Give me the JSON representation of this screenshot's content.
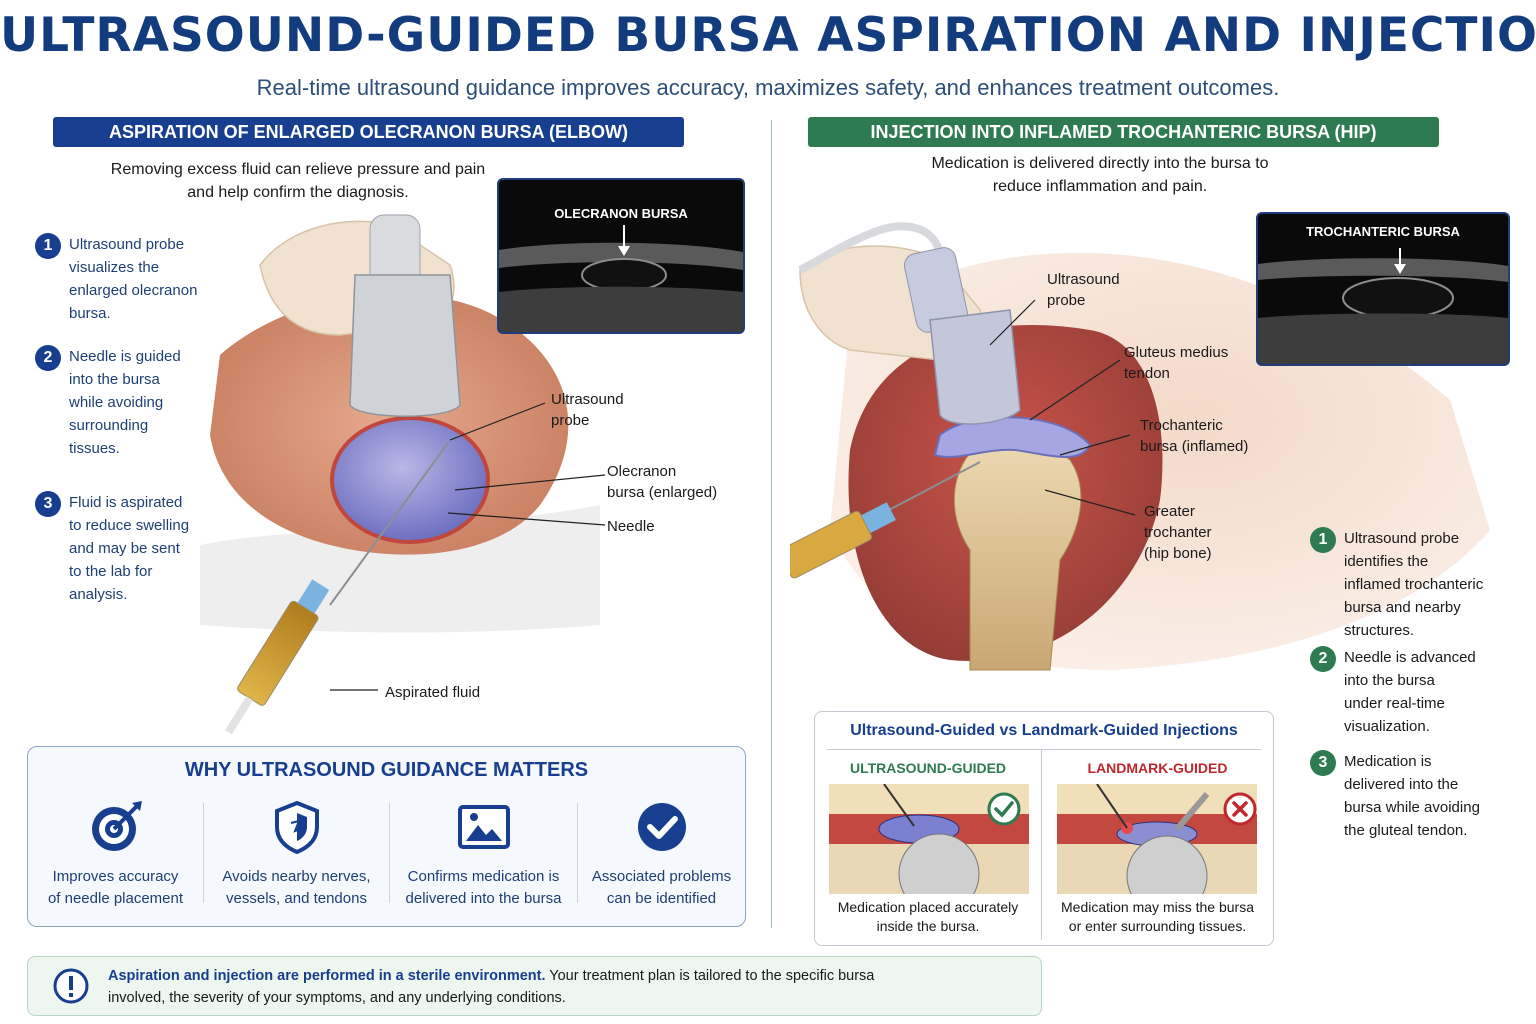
{
  "title": "ULTRASOUND-GUIDED BURSA ASPIRATION AND INJECTION",
  "subtitle": "Real-time ultrasound guidance improves accuracy, maximizes safety, and enhances treatment outcomes.",
  "left": {
    "banner": "ASPIRATION OF ENLARGED OLECRANON BURSA (ELBOW)",
    "intro_line1": "Removing excess fluid can relieve pressure and pain",
    "intro_line2": "and help confirm the diagnosis.",
    "us_label": "OLECRANON BURSA",
    "steps": [
      {
        "num": "1",
        "lines": [
          "Ultrasound probe",
          "visualizes the",
          "enlarged olecranon",
          "bursa."
        ]
      },
      {
        "num": "2",
        "lines": [
          "Needle is guided",
          "into the bursa",
          "while avoiding",
          "surrounding",
          "tissues."
        ]
      },
      {
        "num": "3",
        "lines": [
          "Fluid is aspirated",
          "to reduce swelling",
          "and may be sent",
          "to the lab for",
          "analysis."
        ]
      }
    ],
    "labels": {
      "probe_1": "Ultrasound",
      "probe_2": "probe",
      "bursa_1": "Olecranon",
      "bursa_2": "bursa (enlarged)",
      "needle": "Needle",
      "fluid": "Aspirated fluid"
    }
  },
  "right": {
    "banner": "INJECTION INTO INFLAMED TROCHANTERIC BURSA (HIP)",
    "intro_line1": "Medication is delivered directly into the bursa to",
    "intro_line2": "reduce inflammation and pain.",
    "us_label": "TROCHANTERIC BURSA",
    "labels": {
      "probe_1": "Ultrasound",
      "probe_2": "probe",
      "glut_1": "Gluteus medius",
      "glut_2": "tendon",
      "troch_1": "Trochanteric",
      "troch_2": "bursa (inflamed)",
      "gt_1": "Greater",
      "gt_2": "trochanter",
      "gt_3": "(hip bone)"
    },
    "steps": [
      {
        "num": "1",
        "lines": [
          "Ultrasound probe",
          "identifies the",
          "inflamed trochanteric",
          "bursa and nearby",
          "structures."
        ]
      },
      {
        "num": "2",
        "lines": [
          "Needle is advanced",
          "into the bursa",
          "under real-time",
          "visualization."
        ]
      },
      {
        "num": "3",
        "lines": [
          "Medication is",
          "delivered into the",
          "bursa while avoiding",
          "the gluteal tendon."
        ]
      }
    ]
  },
  "why": {
    "title": "WHY ULTRASOUND GUIDANCE MATTERS",
    "items": [
      {
        "icon": "target-icon",
        "line1": "Improves accuracy",
        "line2": "of needle placement"
      },
      {
        "icon": "shield-icon",
        "line1": "Avoids nearby nerves,",
        "line2": "vessels, and tendons"
      },
      {
        "icon": "image-icon",
        "line1": "Confirms medication is",
        "line2": "delivered into the bursa"
      },
      {
        "icon": "checkmark-icon",
        "line1": "Associated problems",
        "line2": "can be identified"
      }
    ]
  },
  "comparison": {
    "title": "Ultrasound-Guided vs Landmark-Guided Injections",
    "left_title": "ULTRASOUND-GUIDED",
    "left_caption_1": "Medication placed accurately",
    "left_caption_2": "inside the bursa.",
    "right_title": "LANDMARK-GUIDED",
    "right_caption_1": "Medication may miss the bursa",
    "right_caption_2": "or enter surrounding tissues."
  },
  "note": {
    "bold": "Aspiration and injection are performed in a sterile environment.",
    "rest": " Your treatment plan is tailored to the specific bursa",
    "line2": "involved, the severity of your symptoms, and any underlying conditions."
  },
  "colors": {
    "navy": "#173e8f",
    "green": "#2f7b51",
    "red": "#c0272d"
  }
}
